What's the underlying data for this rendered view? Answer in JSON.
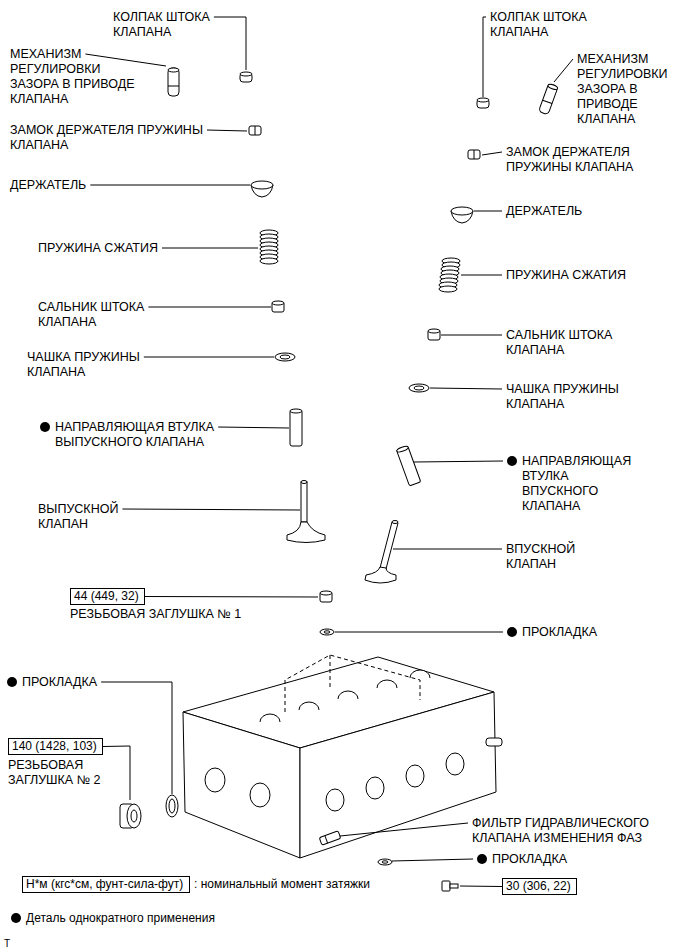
{
  "diagram": {
    "nodes": [
      {
        "text": [
          "44 (449, 32)"
        ]
      },
      {
        "text": [
          "140 (1428, 103)"
        ]
      },
      {
        "text": [
          "Н*м (кгс*см, фунт-сила-фут)"
        ]
      },
      {
        "text": [
          "30 (306, 22)"
        ]
      }
    ],
    "labels": [
      "КОЛПАК ШТОКА КЛАПАНА",
      "КОЛПАК ШТОКА КЛАПАНА",
      "МЕХАНИЗМ РЕГУЛИРОВКИ ЗАЗОРА В ПРИВОДЕ КЛАПАНА",
      "МЕХАНИЗМ РЕГУЛИРОВКИ ЗАЗОРА В ПРИВОДЕ КЛАПАНА",
      "ЗАМОК ДЕРЖАТЕЛЯ ПРУЖИНЫ КЛАПАНА",
      "ЗАМОК ДЕРЖАТЕЛЯ ПРУЖИНЫ КЛАПАНА",
      "ДЕРЖАТЕЛЬ",
      "ДЕРЖАТЕЛЬ",
      "ПРУЖИНА СЖАТИЯ",
      "ПРУЖИНА СЖАТИЯ",
      "САЛЬНИК ШТОКА КЛАПАНА",
      "САЛЬНИК ШТОКА КЛАПАНА",
      "ЧАШКА ПРУЖИНЫ КЛАПАНА",
      "ЧАШКА ПРУЖИНЫ КЛАПАНА",
      "НАПРАВЛЯЮЩАЯ ВТУЛКА ВЫПУСКНОГО КЛАПАНА",
      "НАПРАВЛЯЮЩАЯ ВТУЛКА ВПУСКНОГО КЛАПАНА",
      "ВЫПУСКНОЙ КЛАПАН",
      "ВПУСКНОЙ КЛАПАН",
      "РЕЗЬБОВАЯ ЗАГЛУШКА № 1",
      "ПРОКЛАДКА",
      "ПРОКЛАДКА",
      "РЕЗЬБОВАЯ ЗАГЛУШКА № 2",
      "ФИЛЬТР ГИДРАВЛИЧЕСКОГО КЛАПАНА ИЗМЕНЕНИЯ ФАЗ",
      "ПРОКЛАДКА",
      "T"
    ],
    "legend": [
      {
        "text": ": номинальный момент затяжки"
      },
      {
        "text": "Деталь однократного применения"
      }
    ]
  }
}
